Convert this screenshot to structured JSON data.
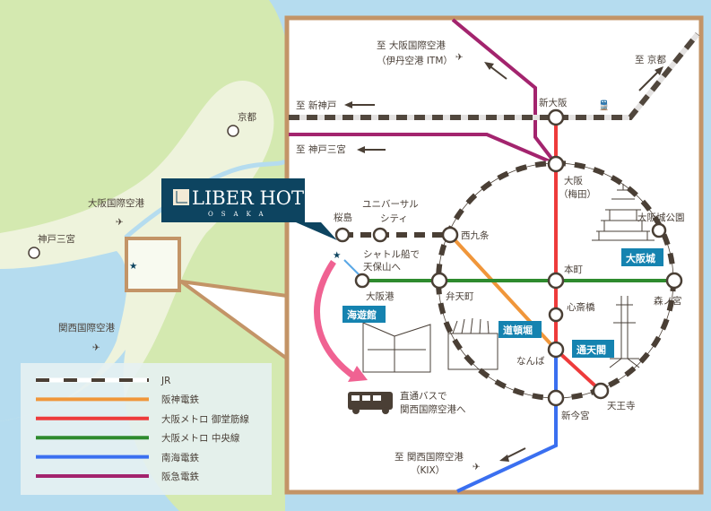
{
  "hotel": {
    "name": "LIBER HOTEL",
    "city": "OSAKA"
  },
  "overview": {
    "places": [
      "京都",
      "大阪国際空港",
      "神戸三宮",
      "関西国際空港"
    ]
  },
  "legend": [
    {
      "label": "JR",
      "color": "#4a3f35",
      "style": "dashed"
    },
    {
      "label": "阪神電鉄",
      "color": "#f0963a"
    },
    {
      "label": "大阪メトロ 御堂筋線",
      "color": "#ee3b3b"
    },
    {
      "label": "大阪メトロ 中央線",
      "color": "#2e8b2e"
    },
    {
      "label": "南海電鉄",
      "color": "#3a6ff0"
    },
    {
      "label": "阪急電鉄",
      "color": "#a3246e"
    }
  ],
  "directions": {
    "itami": [
      "至 大阪国際空港",
      "（伊丹空港 ITM）"
    ],
    "shinkobe": "至 新神戸",
    "kobe_sannomiya": "至 神戸三宮",
    "kyoto": "至 京都",
    "kix": [
      "至 関西国際空港",
      "（KIX）"
    ]
  },
  "stations": {
    "shin_osaka": "新大阪",
    "osaka": [
      "大阪",
      "（梅田）"
    ],
    "osakajo_koen": "大阪城公園",
    "universal_city": [
      "ユニバーサル",
      "シティ"
    ],
    "sakurajima": "桜島",
    "nishikujo": "西九条",
    "honmachi": "本町",
    "osakako": "大阪港",
    "bentencho": "弁天町",
    "morinomiya": "森ノ宮",
    "shinsaibashi": "心斎橋",
    "namba": "なんば",
    "tennoji": "天王寺",
    "shin_imamiya": "新今宮"
  },
  "landmarks": {
    "osaka_castle": "大阪城",
    "kaiyukan": "海遊館",
    "dotonbori": "道頓堀",
    "tsutenkaku": "通天閣"
  },
  "notes": {
    "shuttle": [
      "シャトル船で",
      "天保山へ"
    ],
    "bus": [
      "直通バスで",
      "関西国際空港へ"
    ]
  },
  "colors": {
    "water": "#b5dcef",
    "land": "#d4e9b0",
    "land_pale": "#eef3dc",
    "frame": "#c39467",
    "brand": "#0d4460",
    "tag": "#1583b0",
    "pink": "#f06292"
  }
}
